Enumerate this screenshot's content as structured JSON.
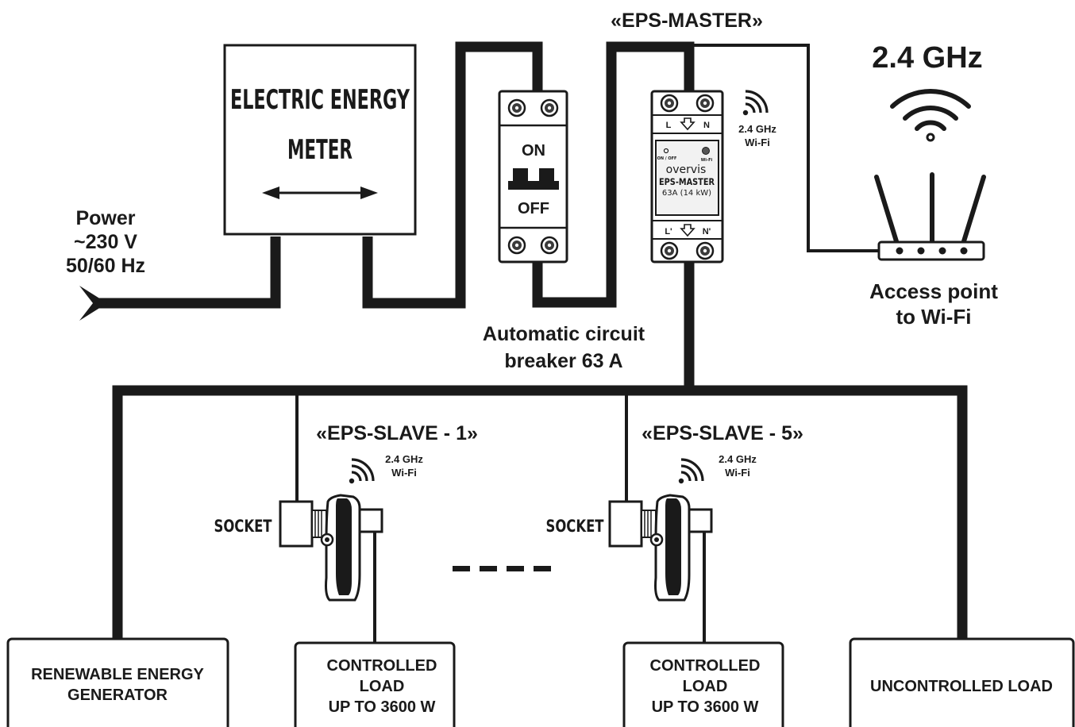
{
  "top_label": "«EPS-MASTER»",
  "wifi_band": "2.4 GHz",
  "power_source": {
    "line1": "Power",
    "line2": "~230 V",
    "line3": "50/60 Hz"
  },
  "meter": {
    "line1": "ELECTRIC ENERGY",
    "line2": "METER"
  },
  "breaker": {
    "on_label": "ON",
    "off_label": "OFF",
    "caption_line1": "Automatic circuit",
    "caption_line2": "breaker 63 A"
  },
  "master_device": {
    "terminal_top_l": "L",
    "terminal_top_n": "N",
    "terminal_bottom_l": "L'",
    "terminal_bottom_n": "N'",
    "led_onoff": "ON / OFF",
    "led_wifi": "Wi-Fi",
    "brand": "overvis",
    "model": "EPS-MASTER",
    "rating": "63A (14 kW)",
    "wifi_line1": "2.4 GHz",
    "wifi_line2": "Wi-Fi"
  },
  "access_point": {
    "line1": "Access point",
    "line2": "to Wi-Fi"
  },
  "slave1": {
    "title": "«EPS-SLAVE - 1»",
    "wifi_line1": "2.4 GHz",
    "wifi_line2": "Wi-Fi",
    "socket": "SOCKET"
  },
  "slave5": {
    "title": "«EPS-SLAVE - 5»",
    "wifi_line1": "2.4 GHz",
    "wifi_line2": "Wi-Fi",
    "socket": "SOCKET"
  },
  "loads": {
    "generator": {
      "line1": "RENEWABLE ENERGY",
      "line2": "GENERATOR"
    },
    "controlled1": {
      "line1": "CONTROLLED",
      "line2": "LOAD",
      "line3": "UP TO 3600 W"
    },
    "controlled5": {
      "line1": "CONTROLLED",
      "line2": "LOAD",
      "line3": "UP TO 3600 W"
    },
    "uncontrolled": {
      "line1": "UNCONTROLLED LOAD"
    }
  },
  "colors": {
    "ink": "#1a1a1a",
    "background": "#ffffff",
    "screen": "#f2f2f2"
  }
}
